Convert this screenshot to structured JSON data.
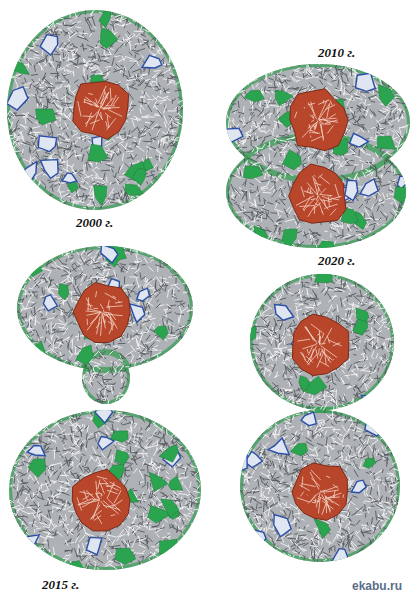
{
  "diagram": {
    "labels": [
      "2000 г.",
      "2010 г.",
      "2015 г.",
      "2020 г.",
      "ekabu.ru"
    ]
  }
}
